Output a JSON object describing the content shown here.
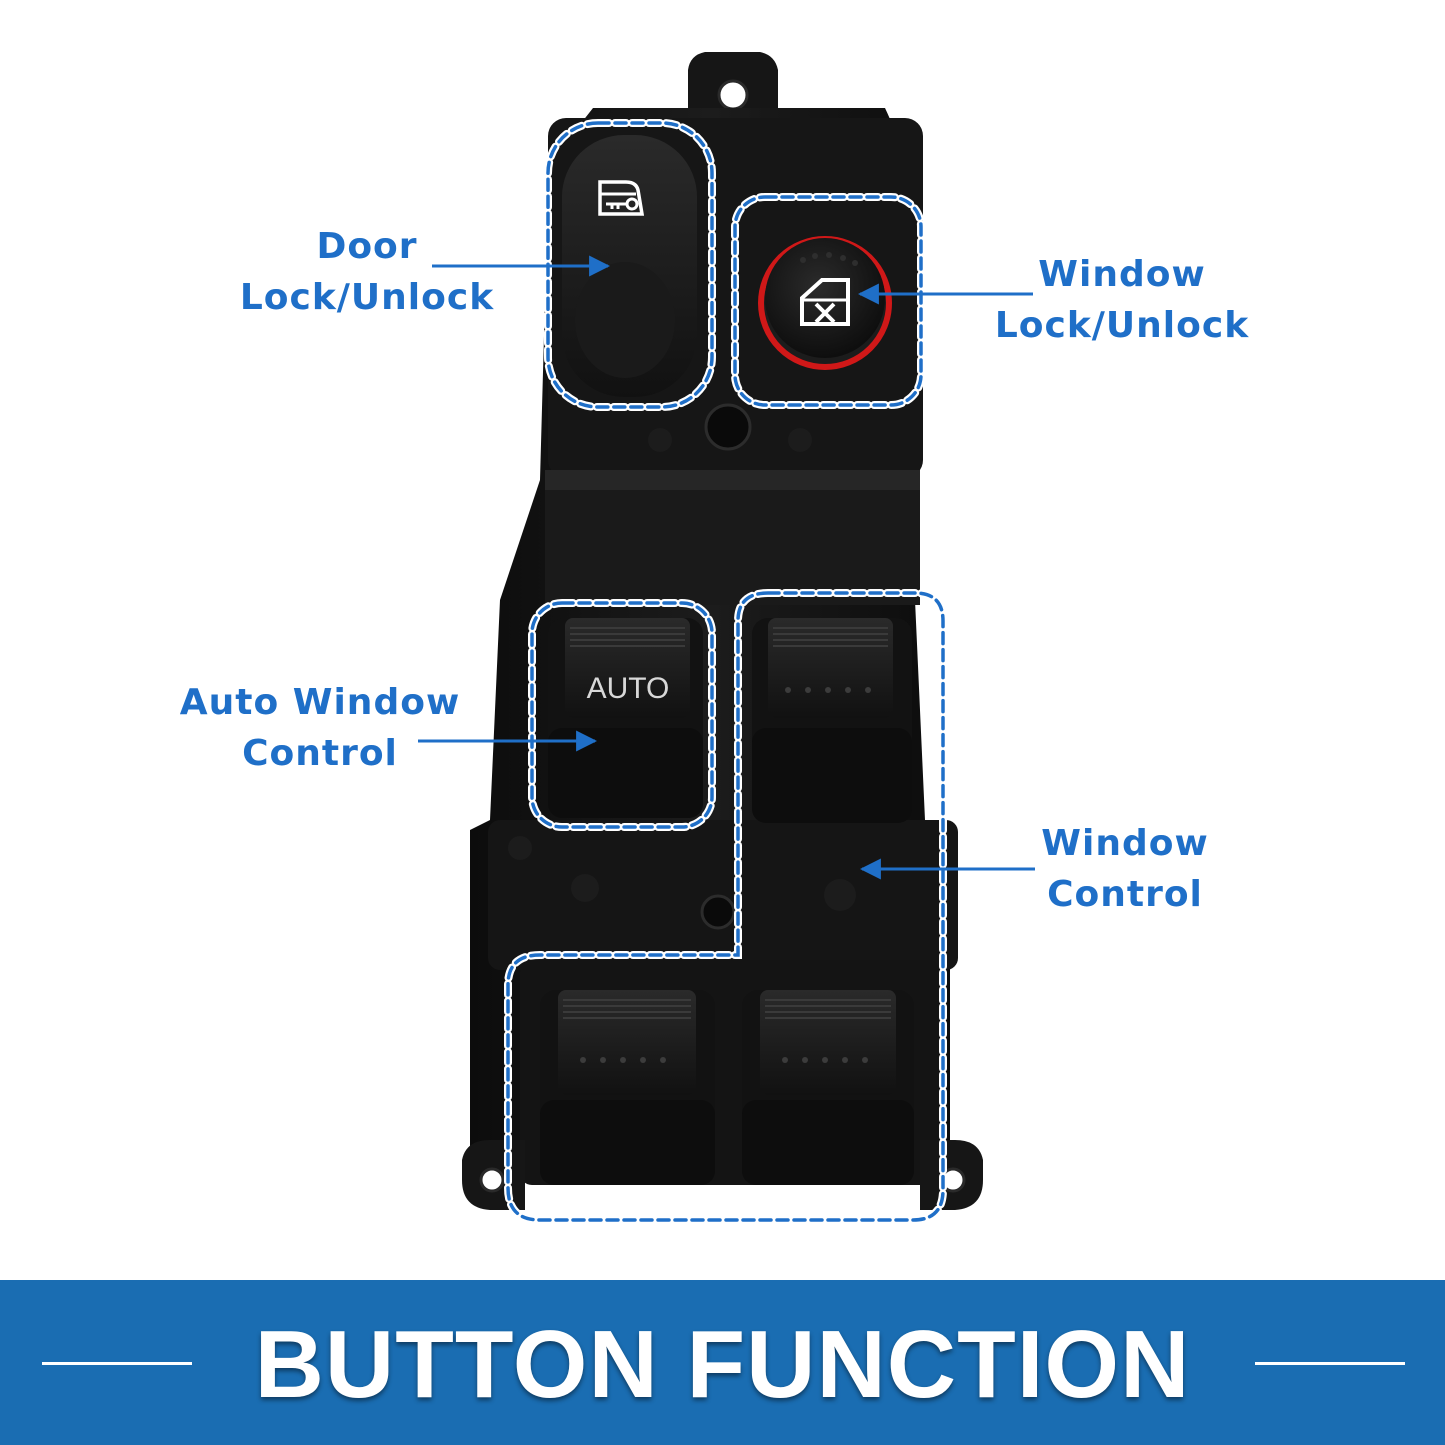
{
  "labels": {
    "door": [
      "Door",
      "Lock/Unlock"
    ],
    "window_lock": [
      "Window",
      "Lock/Unlock"
    ],
    "auto_window": [
      "Auto Window",
      "Control"
    ],
    "window_control": [
      "Window",
      "Control"
    ]
  },
  "switch": {
    "auto_button_text": "AUTO"
  },
  "banner": {
    "title": "BUTTON FUNCTION"
  },
  "colors": {
    "accent_blue": "#1f6fc8",
    "banner_blue": "#1a6db2",
    "switch_body": "#141414",
    "lock_ring_red": "#d01818"
  },
  "icons": [
    "door-lock-icon",
    "window-lock-icon"
  ]
}
